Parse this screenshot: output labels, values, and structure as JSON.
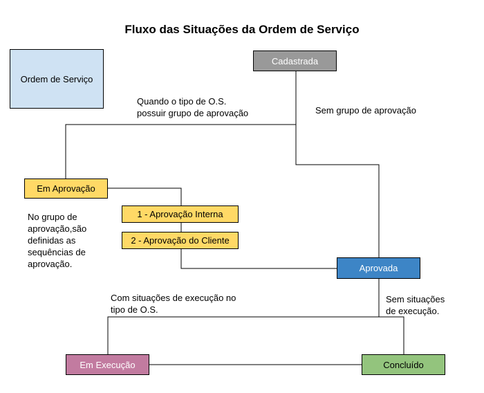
{
  "title": "Fluxo das Situações da Ordem de Serviço",
  "nodes": {
    "legend": "Ordem de Serviço",
    "cadastrada": "Cadastrada",
    "em_aprovacao": "Em Aprovação",
    "aprovacao_interna": "1 - Aprovação Interna",
    "aprovacao_cliente": "2 - Aprovação do Cliente",
    "aprovada": "Aprovada",
    "em_execucao": "Em Execução",
    "concluido": "Concluído"
  },
  "labels": {
    "com_grupo": "Quando o tipo de O.S.\npossuir grupo de aprovação",
    "sem_grupo": "Sem grupo de aprovação",
    "nota_grupo": "No grupo de\naprovação,são\ndefinidas as\nsequências de\naprovação.",
    "com_execucao": "Com situações de execução no\ntipo de O.S.",
    "sem_execucao": "Sem situações\nde execução."
  },
  "colors": {
    "legend": "#cfe2f3",
    "cadastrada": "#999999",
    "aprovacao": "#ffd966",
    "aprovada": "#3d85c6",
    "em_execucao": "#c27ba0",
    "concluido": "#93c47d"
  }
}
